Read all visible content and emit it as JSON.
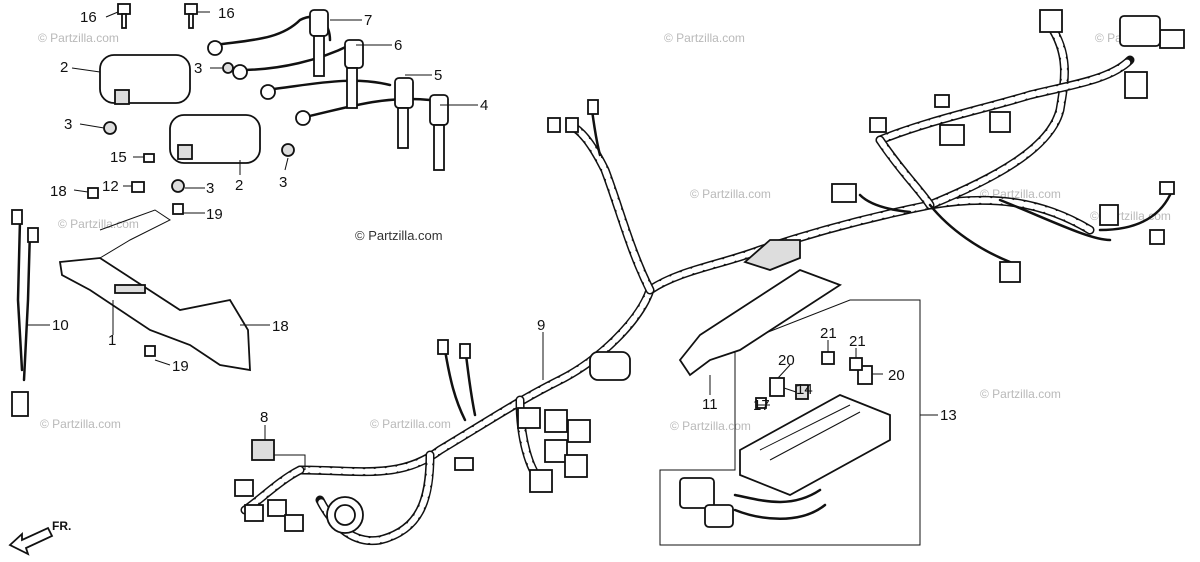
{
  "watermark": "© Partzilla.com",
  "direction_label": "FR.",
  "callouts": {
    "c16a": "16",
    "c16b": "16",
    "c7": "7",
    "c6": "6",
    "c5": "5",
    "c4": "4",
    "c2a": "2",
    "c2b": "2",
    "c3a": "3",
    "c3b": "3",
    "c3c": "3",
    "c3d": "3",
    "c15": "15",
    "c12": "12",
    "c18a": "18",
    "c18b": "18",
    "c19a": "19",
    "c19b": "19",
    "c10": "10",
    "c1": "1",
    "c8": "8",
    "c9": "9",
    "c11": "11",
    "c13": "13",
    "c14": "14",
    "c17": "17",
    "c20a": "20",
    "c20b": "20",
    "c21a": "21",
    "c21b": "21"
  }
}
